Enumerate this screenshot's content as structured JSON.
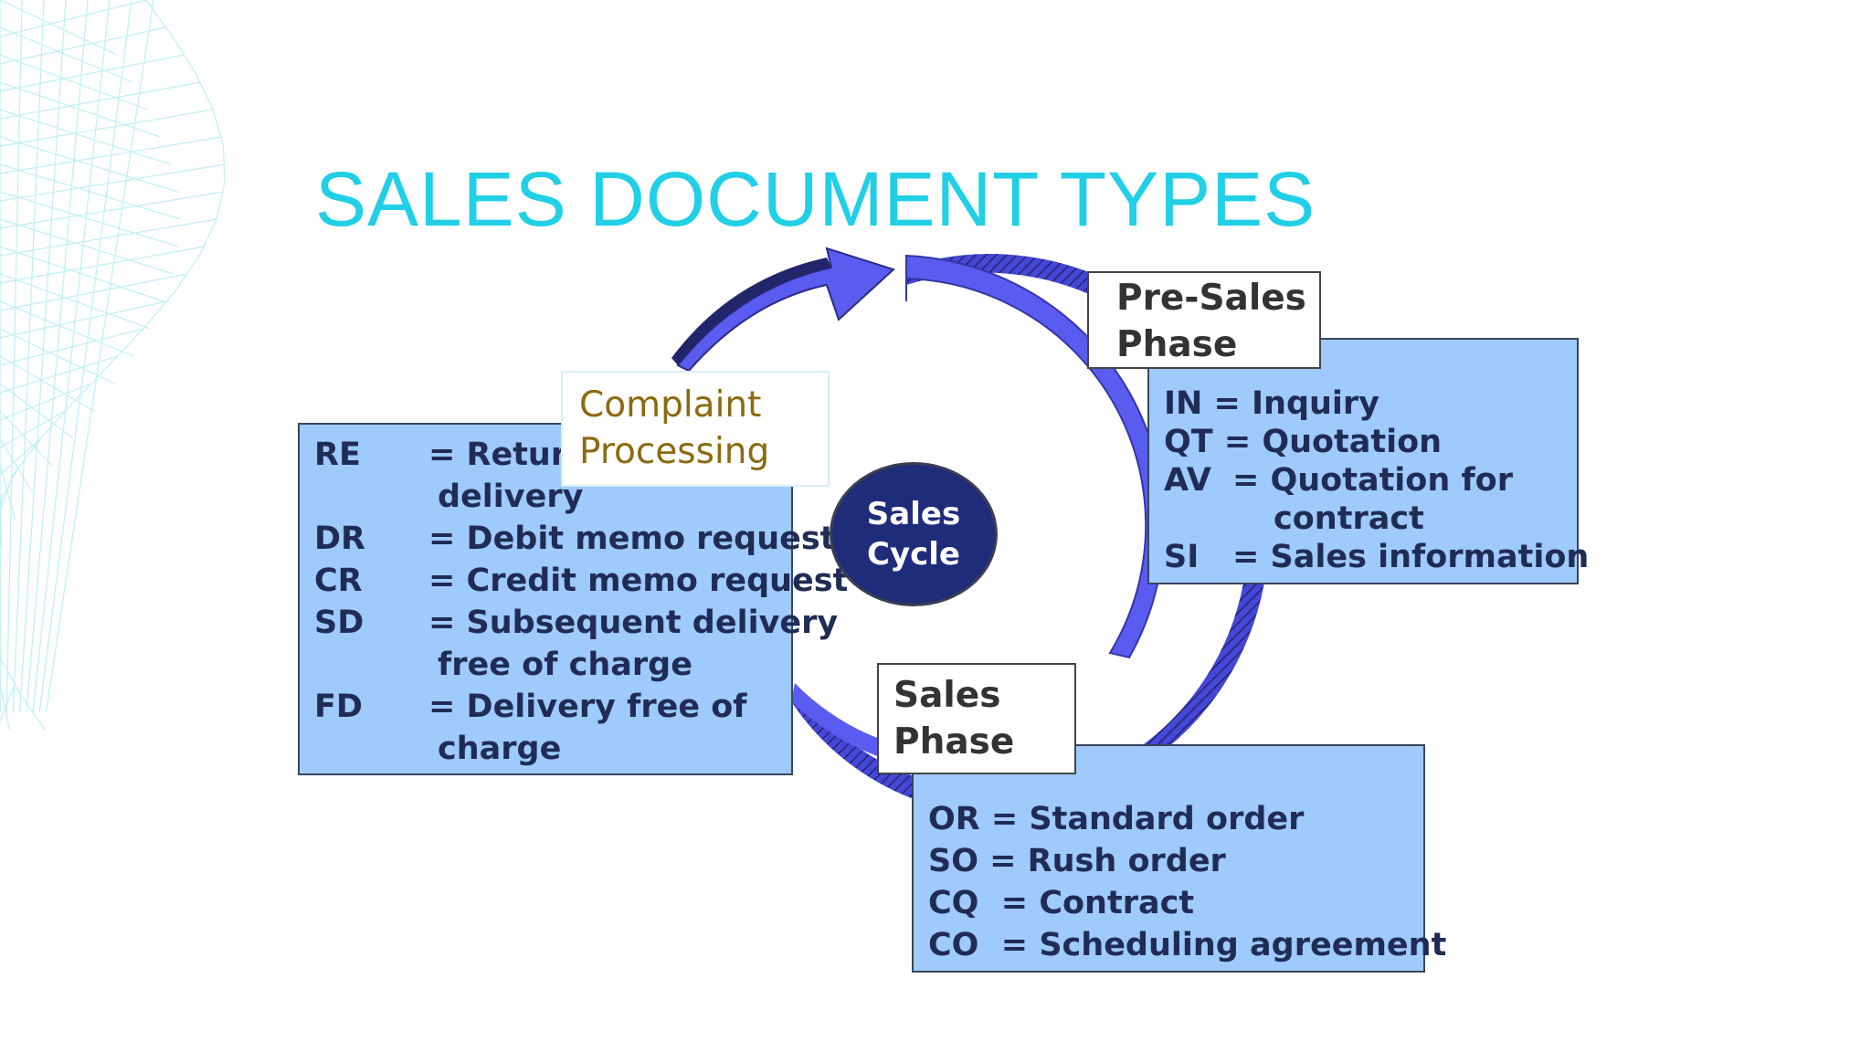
{
  "title": "SALES DOCUMENT TYPES",
  "center": {
    "line1": "Sales",
    "line2": "Cycle"
  },
  "phases": {
    "pre_sales": {
      "label": [
        "Pre-Sales",
        "Phase"
      ],
      "items": [
        {
          "text": "IN = Inquiry"
        },
        {
          "text": "QT = Quotation"
        },
        {
          "code": "AV",
          "desc": "= Quotation for"
        },
        {
          "cont": "contract"
        },
        {
          "code": "SI",
          "desc": "= Sales information"
        }
      ]
    },
    "sales": {
      "label": [
        "Sales",
        "Phase"
      ],
      "items": [
        "OR = Standard order",
        "SO = Rush order",
        "CQ  = Contract",
        "CO  = Scheduling agreement"
      ]
    },
    "complaint": {
      "label": [
        "Complaint",
        "Processing"
      ],
      "items": [
        {
          "code": "RE",
          "desc": "= Return"
        },
        {
          "cont": "delivery"
        },
        {
          "code": "DR",
          "desc": "= Debit memo request"
        },
        {
          "code": "CR",
          "desc": "= Credit memo request"
        },
        {
          "code": "SD",
          "desc": "= Subsequent delivery"
        },
        {
          "cont": "free of charge"
        },
        {
          "code": "FD",
          "desc": "= Delivery free of"
        },
        {
          "cont": "charge"
        }
      ]
    }
  },
  "colors": {
    "title": "#21cfe6",
    "box_fill": "#9fcafc",
    "arrow": "#5a5cf0",
    "center_fill": "#1f2c7a",
    "complaint_label": "#8b6a10"
  }
}
